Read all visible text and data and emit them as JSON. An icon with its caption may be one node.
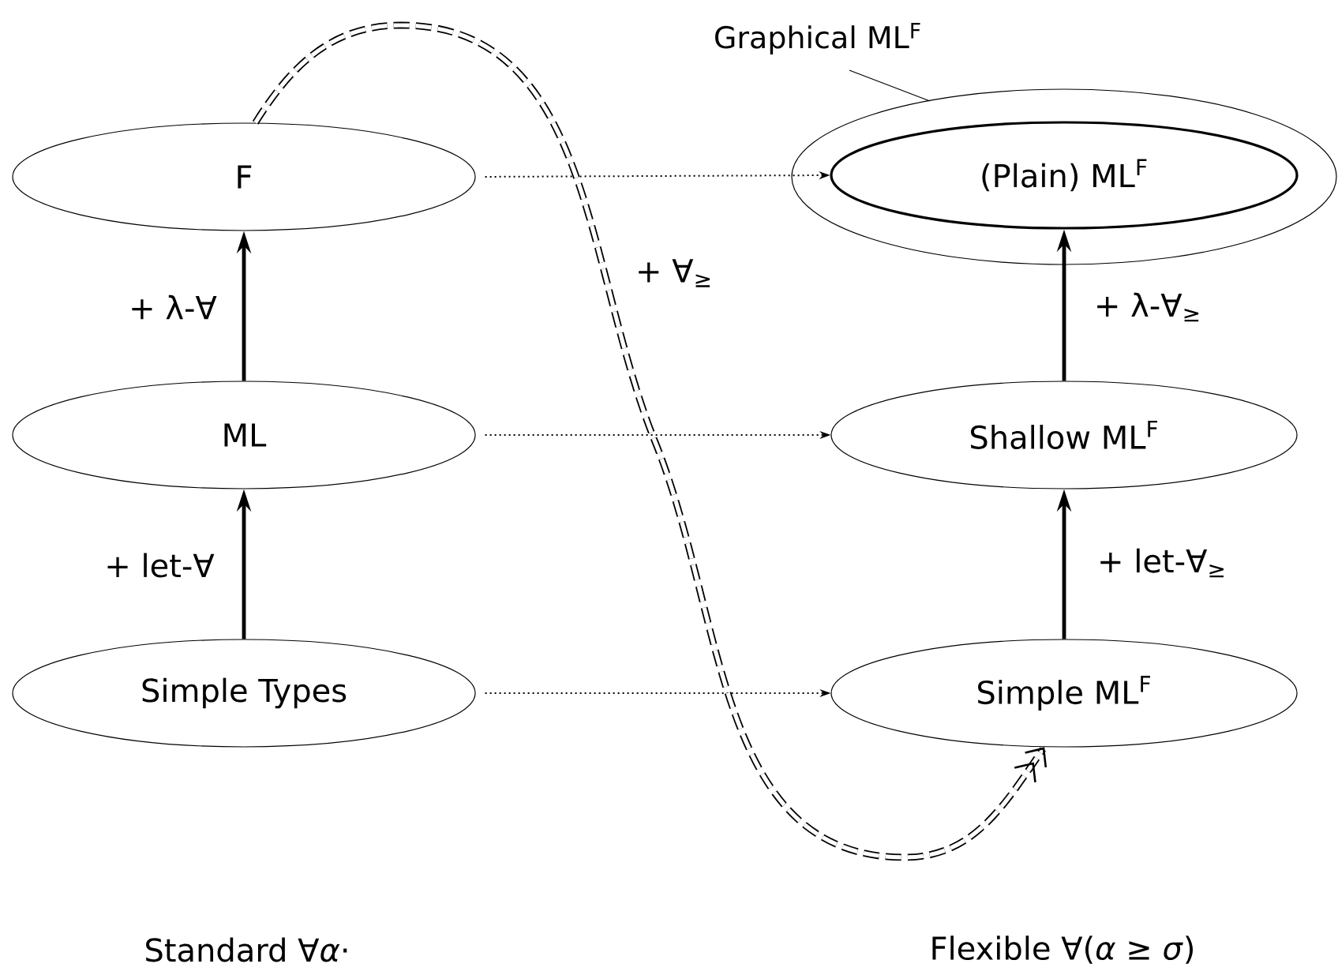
{
  "diagram": {
    "nodes": [
      {
        "text": [
          "F"
        ]
      },
      {
        "text": [
          "ML"
        ]
      },
      {
        "text": [
          "Simple Types"
        ]
      },
      {
        "text": [
          "Graphical ML$^{F}$"
        ]
      },
      {
        "text": [
          "(Plain) ML$^{F}$"
        ],
        "in": 3
      },
      {
        "text": [
          "Shallow ML$^{F}$"
        ]
      },
      {
        "text": [
          "Simple ML$^{F}$"
        ]
      }
    ],
    "edges": [
      {
        "from": 1,
        "to": 0,
        "arrow": "to",
        "label": "+ λ-∀"
      },
      {
        "from": 2,
        "to": 1,
        "arrow": "to",
        "label": "+ let-∀"
      },
      {
        "from": 0,
        "to": 4,
        "arrow": "to",
        "style": "dashed"
      },
      {
        "from": 1,
        "to": 5,
        "arrow": "to",
        "style": "dashed"
      },
      {
        "from": 2,
        "to": 6,
        "arrow": "to",
        "style": "dashed"
      },
      {
        "from": 5,
        "to": 4,
        "arrow": "to",
        "label": "+ λ-∀$_{≥}$"
      },
      {
        "from": 6,
        "to": 5,
        "arrow": "to",
        "label": "+ let-∀$_{≥}$"
      },
      {
        "from": 0,
        "to": 6,
        "arrow": "to",
        "label": "+ ∀$_{≥}$",
        "style": "dashed"
      }
    ],
    "labels": [
      "Standard ∀*α*·",
      "Flexible ∀(*α* ≥ *σ*)"
    ]
  }
}
